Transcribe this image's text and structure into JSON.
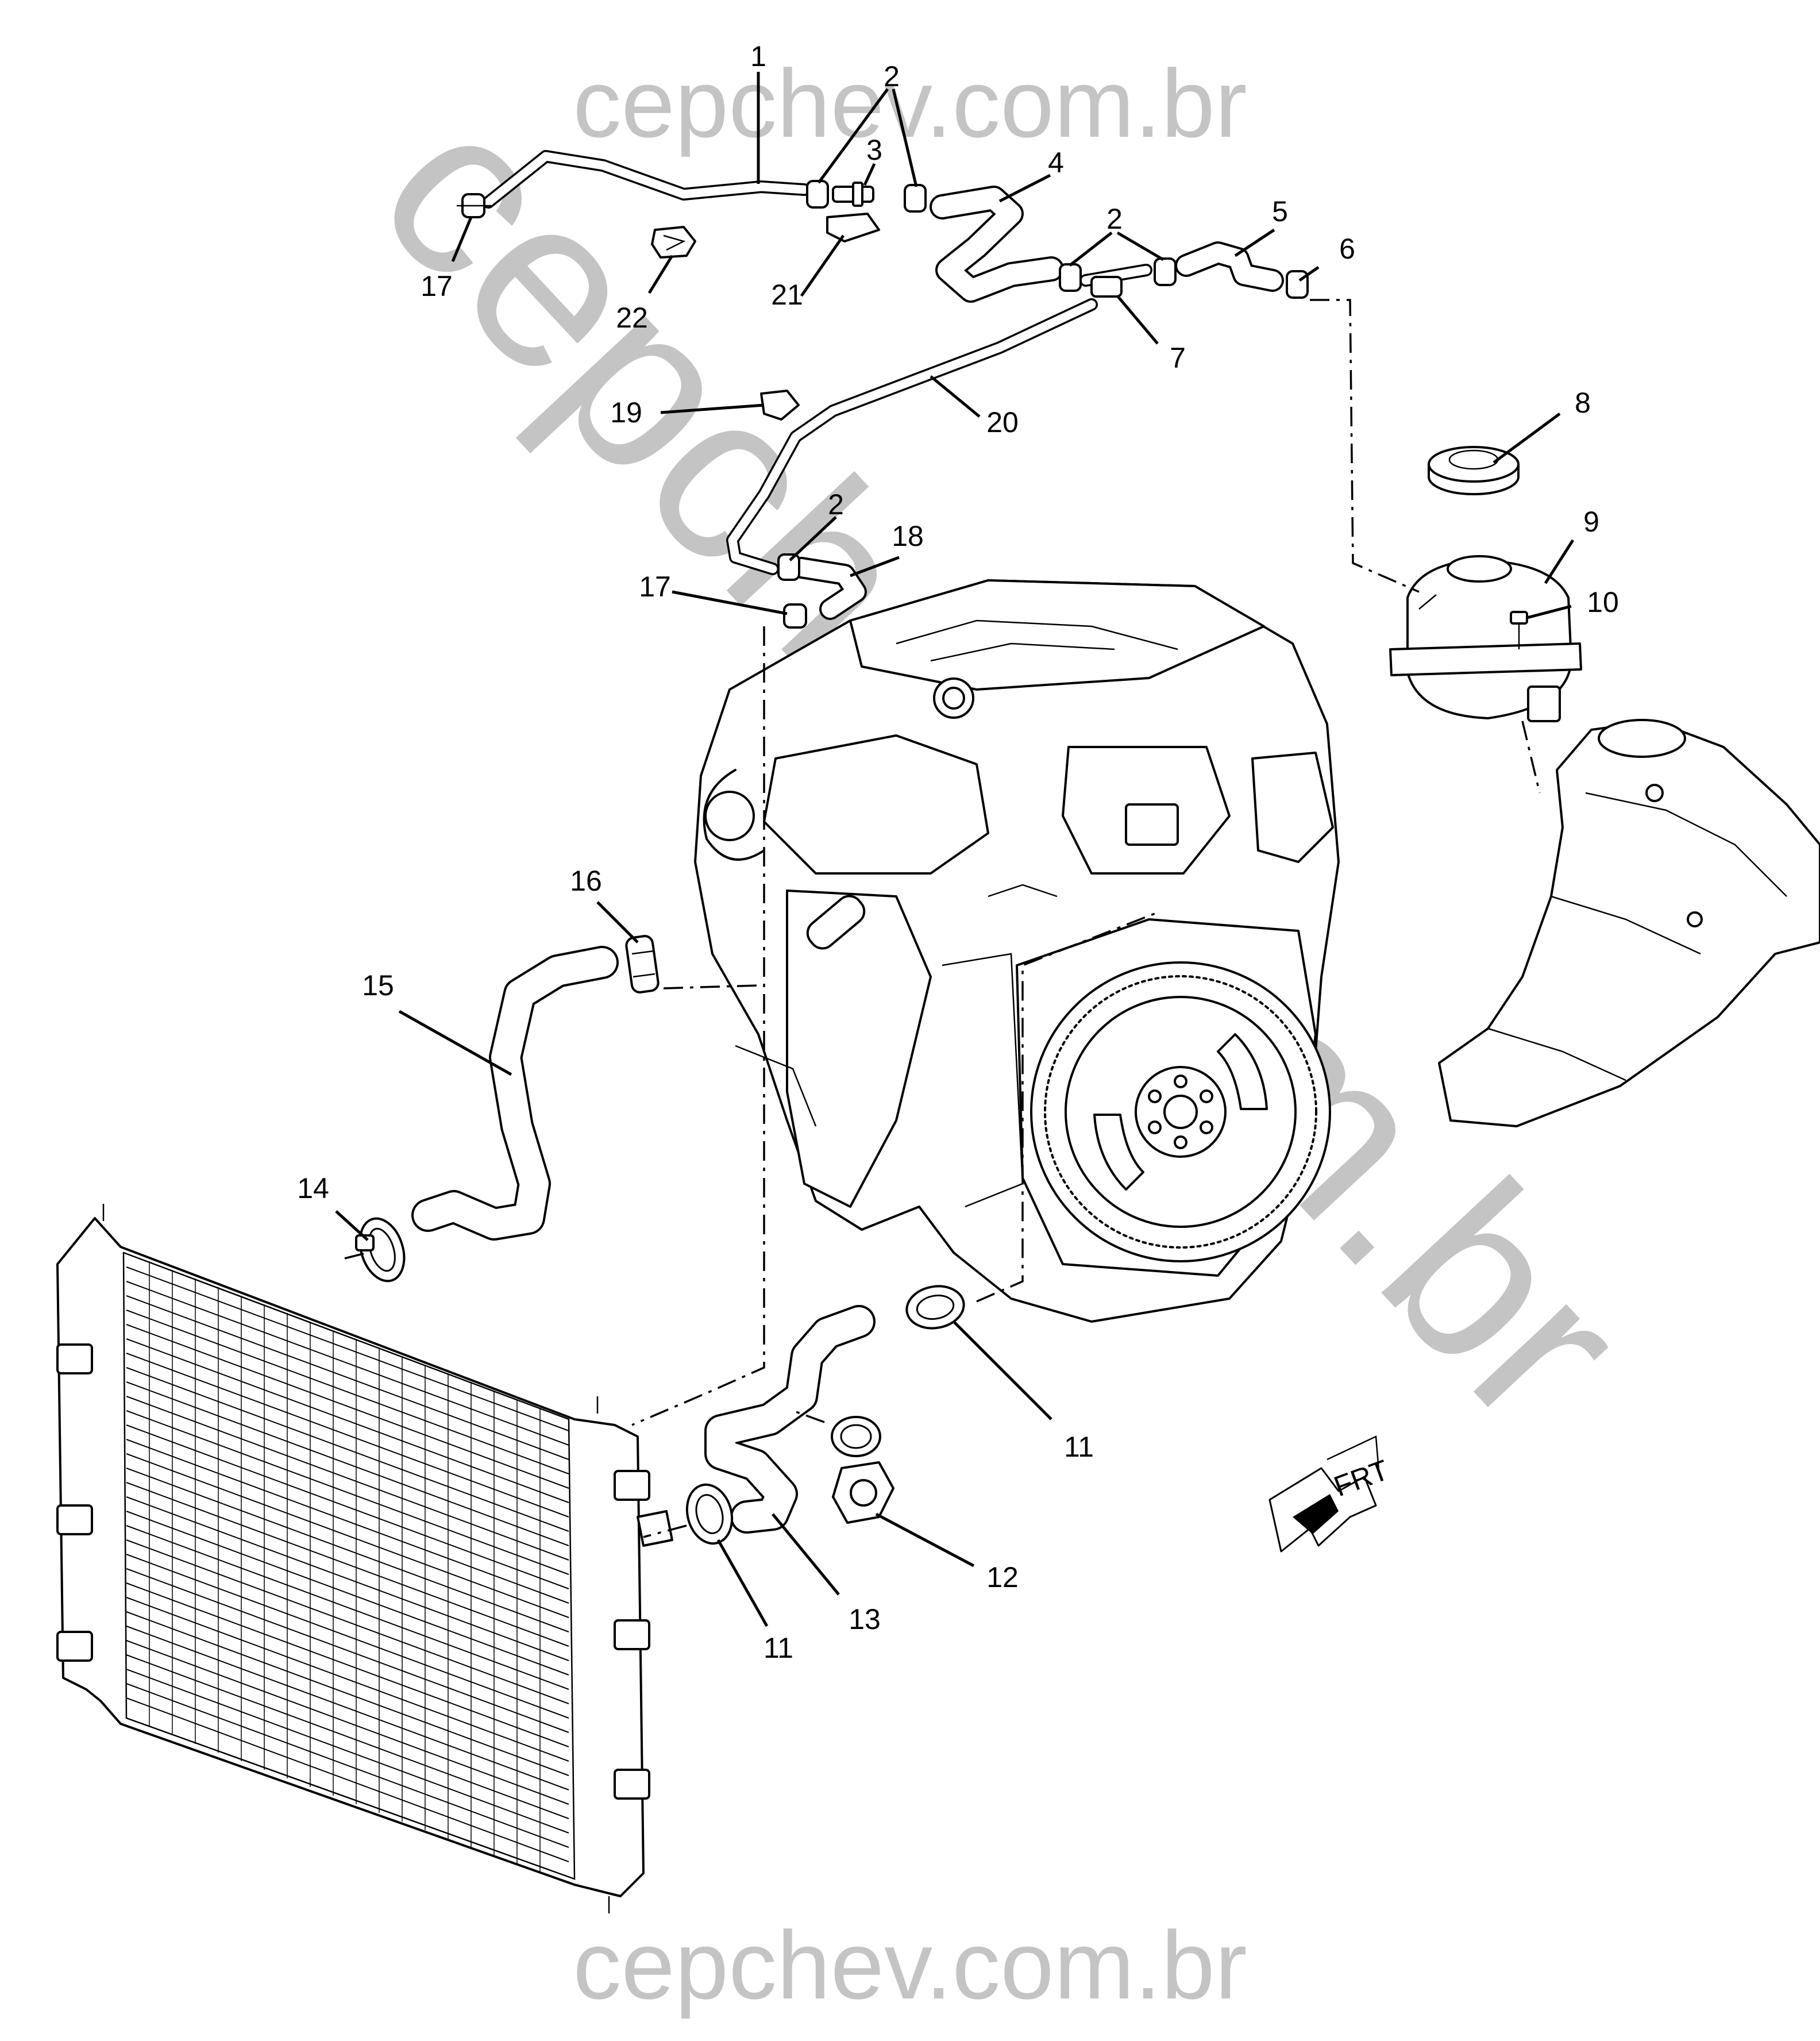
{
  "watermarks": {
    "top": "cepchev.com.br",
    "diagonal": "cepchev.com.br",
    "bottom": "cepchev.com.br"
  },
  "direction_indicator": {
    "label": "FRT"
  },
  "callouts": [
    {
      "id": "c1",
      "number": "1"
    },
    {
      "id": "c2a",
      "number": "2"
    },
    {
      "id": "c3",
      "number": "3"
    },
    {
      "id": "c4",
      "number": "4"
    },
    {
      "id": "c2b",
      "number": "2"
    },
    {
      "id": "c5",
      "number": "5"
    },
    {
      "id": "c6",
      "number": "6"
    },
    {
      "id": "c17a",
      "number": "17"
    },
    {
      "id": "c22",
      "number": "22"
    },
    {
      "id": "c21",
      "number": "21"
    },
    {
      "id": "c7",
      "number": "7"
    },
    {
      "id": "c8",
      "number": "8"
    },
    {
      "id": "c19",
      "number": "19"
    },
    {
      "id": "c20",
      "number": "20"
    },
    {
      "id": "c9",
      "number": "9"
    },
    {
      "id": "c10",
      "number": "10"
    },
    {
      "id": "c2c",
      "number": "2"
    },
    {
      "id": "c18",
      "number": "18"
    },
    {
      "id": "c17b",
      "number": "17"
    },
    {
      "id": "c16",
      "number": "16"
    },
    {
      "id": "c15",
      "number": "15"
    },
    {
      "id": "c14",
      "number": "14"
    },
    {
      "id": "c11a",
      "number": "11"
    },
    {
      "id": "c12",
      "number": "12"
    },
    {
      "id": "c13",
      "number": "13"
    },
    {
      "id": "c11b",
      "number": "11"
    }
  ]
}
